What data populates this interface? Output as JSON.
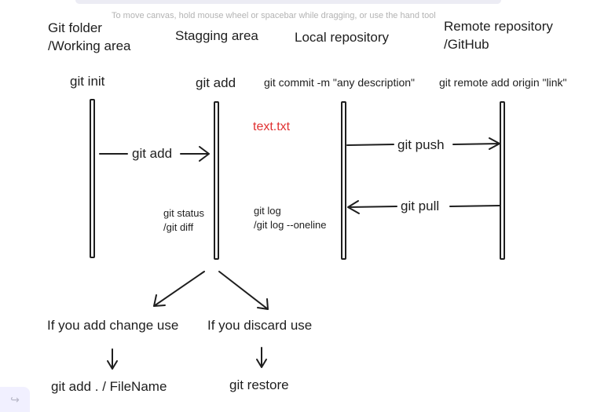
{
  "hint": "To move canvas, hold mouse wheel or spacebar while dragging, or use the hand tool",
  "areas": {
    "working": "Git folder\n/Working area",
    "staging": "Stagging area",
    "local": "Local repository",
    "remote": "Remote repository\n/GitHub"
  },
  "commands": {
    "init": "git init",
    "add_top": "git add",
    "commit": "git commit -m \"any description\"",
    "remote_add": "git remote add origin \"link\"",
    "add_arrow": "git add",
    "push": "git push",
    "pull": "git pull",
    "status": "git status\n/git diff",
    "log": "git log\n/git log --oneline"
  },
  "file": {
    "name": "text.txt",
    "color": "#e03131"
  },
  "branches": {
    "add_change": "If you add change use",
    "discard": "If you discard use",
    "add_file": "git add . / FileName",
    "restore": "git restore"
  },
  "colors": {
    "stroke": "#1e1e1e",
    "hint": "#b3b3b3",
    "corner": "#f1f0ff"
  },
  "icons": {
    "corner": "redo-icon"
  }
}
